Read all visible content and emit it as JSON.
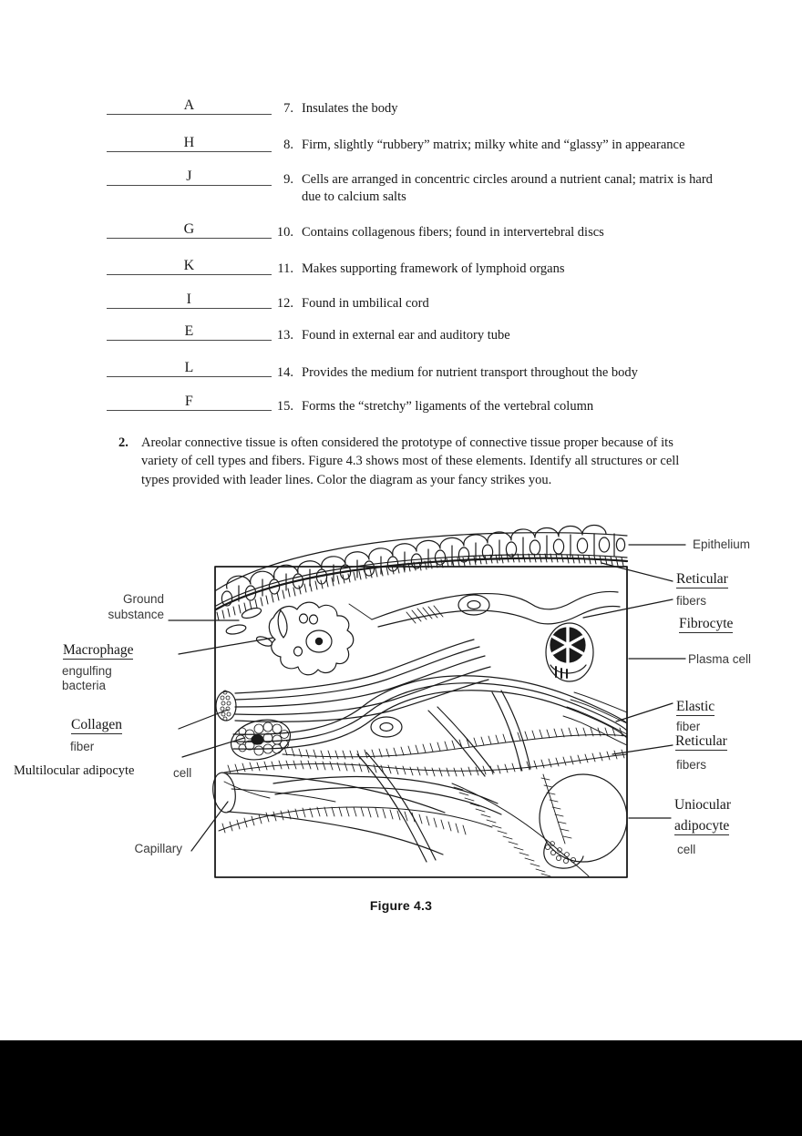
{
  "page": {
    "background": "#ffffff",
    "bottom_band_color": "#000000"
  },
  "matching_exercise": {
    "items": [
      {
        "answer": "A",
        "number": "7.",
        "text": "Insulates the body"
      },
      {
        "answer": "H",
        "number": "8.",
        "text": "Firm, slightly “rubbery” matrix; milky white and “glassy” in appearance"
      },
      {
        "answer": "J",
        "number": "9.",
        "text": "Cells are arranged in concentric circles around a nutrient canal; matrix is hard due to calcium salts"
      },
      {
        "answer": "G",
        "number": "10.",
        "text": "Contains collagenous fibers; found in intervertebral discs"
      },
      {
        "answer": "K",
        "number": "11.",
        "text": "Makes supporting framework of lymphoid organs"
      },
      {
        "answer": "I",
        "number": "12.",
        "text": "Found in umbilical cord"
      },
      {
        "answer": "E",
        "number": "13.",
        "text": "Found in external ear and auditory tube"
      },
      {
        "answer": "L",
        "number": "14.",
        "text": "Provides the medium for nutrient transport throughout the body"
      },
      {
        "answer": "F",
        "number": "15.",
        "text": "Forms the “stretchy” ligaments of the vertebral column"
      }
    ]
  },
  "question_two": {
    "number": "2.",
    "text": "Areolar connective tissue is often considered the prototype of connective tissue proper because of its variety of cell types and fibers. Figure 4.3 shows most of these elements. Identify all structures or cell types provided with leader lines. Color the diagram as your fancy strikes you."
  },
  "figure": {
    "caption": "Figure 4.3",
    "labels_left": {
      "ground_substance_line1": "Ground",
      "ground_substance_line2": "substance",
      "macrophage_answer": "Macrophage",
      "macrophage_line2": "engulfing",
      "macrophage_line3": "bacteria",
      "collagen_answer": "Collagen",
      "collagen_line2": "fiber",
      "adipocyte_answer": "Multilocular adipocyte",
      "adipocyte_printed": "cell",
      "capillary": "Capillary"
    },
    "labels_right": {
      "epithelium": "Epithelium",
      "reticular_answer_top": "Reticular",
      "reticular_printed_top": "fibers",
      "fibrocyte_answer": "Fibrocyte",
      "plasma_cell": "Plasma cell",
      "elastic_answer": "Elastic",
      "elastic_printed": "fiber",
      "reticular_answer_bottom": "Reticular",
      "reticular_printed_bottom": "fibers",
      "uniocular_answer_line1": "Uniocular",
      "uniocular_answer_line2": "adipocyte",
      "uniocular_printed": "cell"
    }
  }
}
